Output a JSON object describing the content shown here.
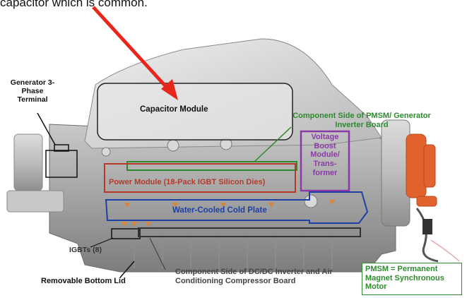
{
  "caption": "capacitor which is common.",
  "labels": {
    "generator_terminal": "Generator 3-Phase Terminal",
    "capacitor_module": "Capacitor Module",
    "component_side_pmsm": "Component Side of PMSM/ Generator Inverter Board",
    "voltage_boost": "Voltage Boost Module/ Trans- former",
    "power_module": "Power Module (18-Pack IGBT Silicon Dies)",
    "cold_plate": "Water-Cooled Cold Plate",
    "igbts": "IGBTs (8)",
    "bottom_lid": "Removable Bottom Lid",
    "dcdc_board": "Component Side of DC/DC Inverter and Air Conditioning Compressor Board",
    "pmsm_note": "PMSM = Permanent Magnet Synchronous Motor"
  },
  "colors": {
    "arrow": "#e8261c",
    "capacitor_outline": "#222222",
    "pmsm_board": "#2d8a2d",
    "boost_module": "#8a3aa8",
    "power_module": "#b33a2a",
    "cold_plate": "#1d3fa6",
    "dcdc_board": "#333333",
    "rotor_orange": "#e2622e"
  }
}
